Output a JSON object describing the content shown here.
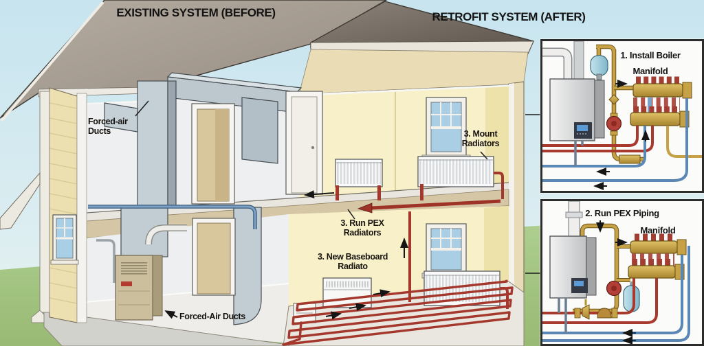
{
  "scene": {
    "title_before": "EXISTING SYSTEM (BEFORE)",
    "title_after": "RETROFIT SYSTEM (AFTER)"
  },
  "house": {
    "labels": {
      "forced_air_ducts_upper": "Forced-air Ducts",
      "mount_radiators": "3. Mount Radiators",
      "run_pex_radiators": "3. Run PEX Radiators",
      "new_baseboard_radiator": "3. New Baseboard Radiato",
      "forced_air_ducts_lower": "Forced-Air Ducts"
    }
  },
  "insets": {
    "boiler_manifold": {
      "step_label": "1. Install Boiler",
      "sub_label": "Manifold"
    },
    "pex_piping": {
      "step_label": "2. Run PEX Piping",
      "sub_label": "Manifold"
    }
  },
  "colors": {
    "sky": "#cbe6f0",
    "grass": "#a5c685",
    "roof_front": "#a49b91",
    "roof_side": "#6f675e",
    "siding": "#ecdfb0",
    "interior_yellow": "#f8f0c9",
    "interior_gray": "#edeff1",
    "duct_gray": "#c5cfd6",
    "pex_red": "#a5382c",
    "pipe_blue": "#7ca1c7",
    "brass": "#c7a145",
    "tank_teal": "#8ec6d8",
    "pump_red": "#b24038"
  }
}
